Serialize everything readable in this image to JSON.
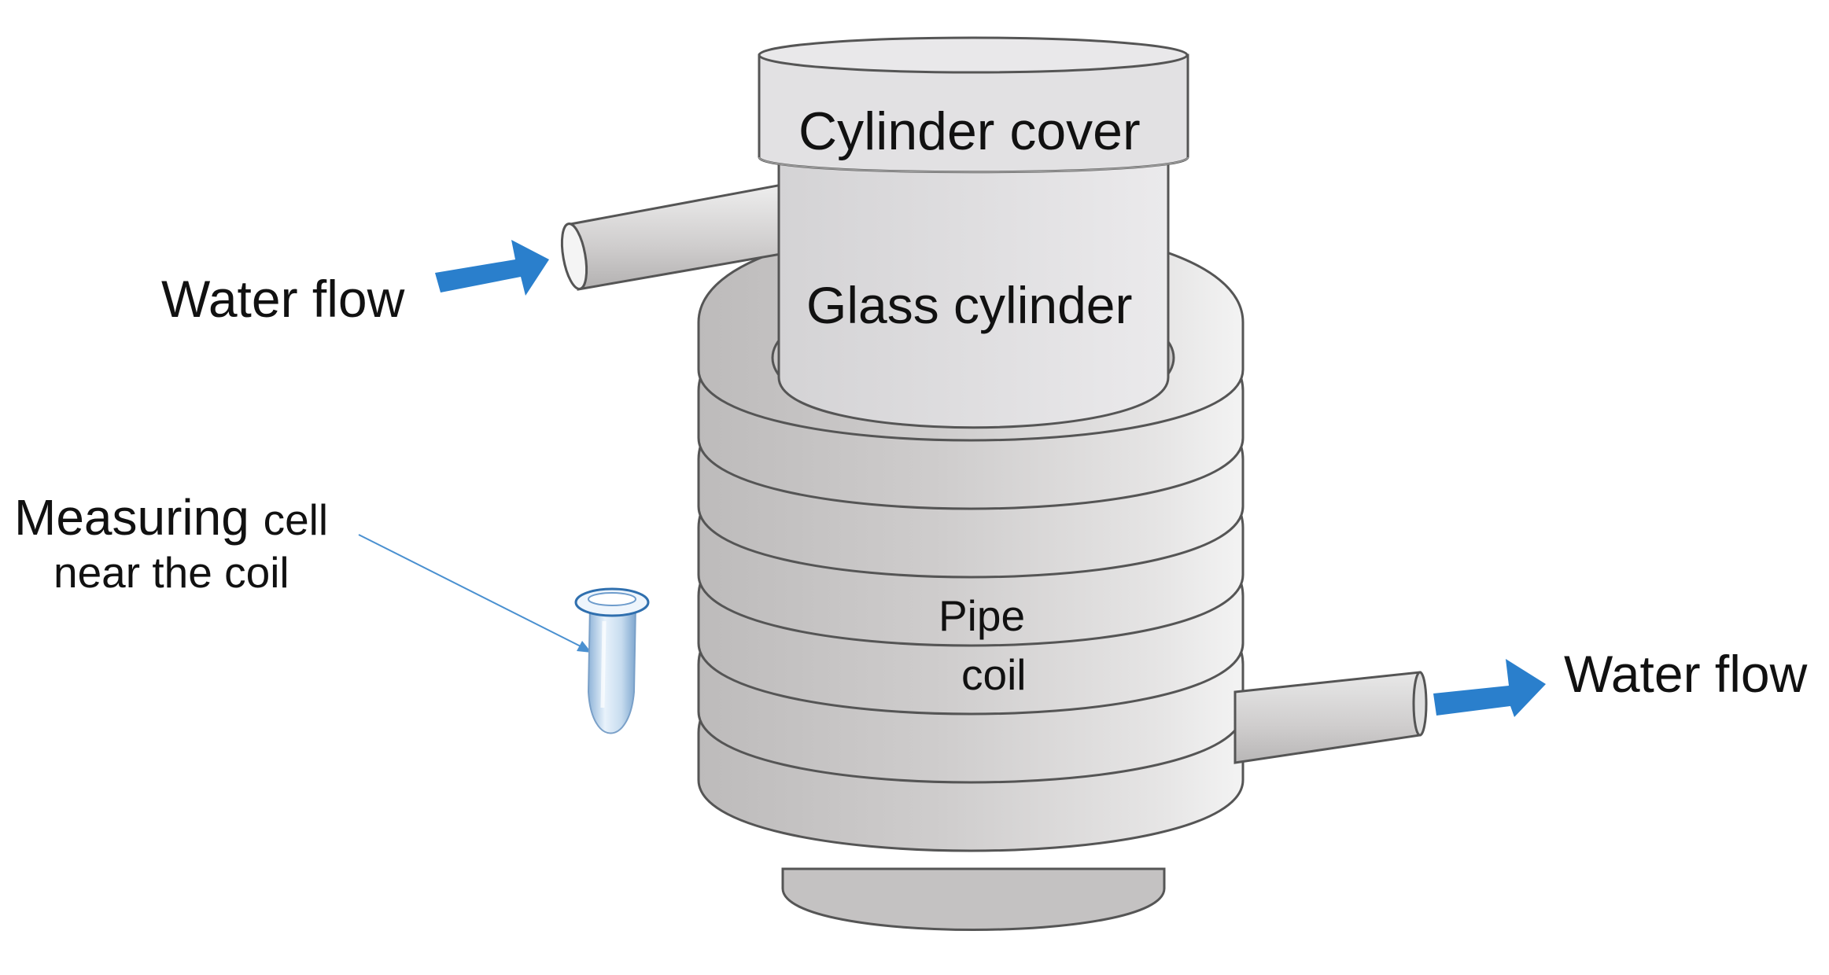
{
  "labels": {
    "cylinder_cover": "Cylinder cover",
    "glass_cylinder": "Glass cylinder",
    "water_flow_in": "Water flow",
    "water_flow_out": "Water flow",
    "measuring_cell_line1_a": "Measuring",
    "measuring_cell_line1_b": "cell",
    "measuring_cell_line2": "near the coil",
    "pipe_coil_line1": "Pipe",
    "pipe_coil_line2": "coil"
  },
  "colors": {
    "arrow": "#2A7FCC",
    "leader_line": "#4A90D0",
    "body_gray": "#CFCDCD",
    "outline": "#555555",
    "cover_gray": "#E0DFE0",
    "tube_tint": "#BFD7EC"
  },
  "coil_turns": 7
}
